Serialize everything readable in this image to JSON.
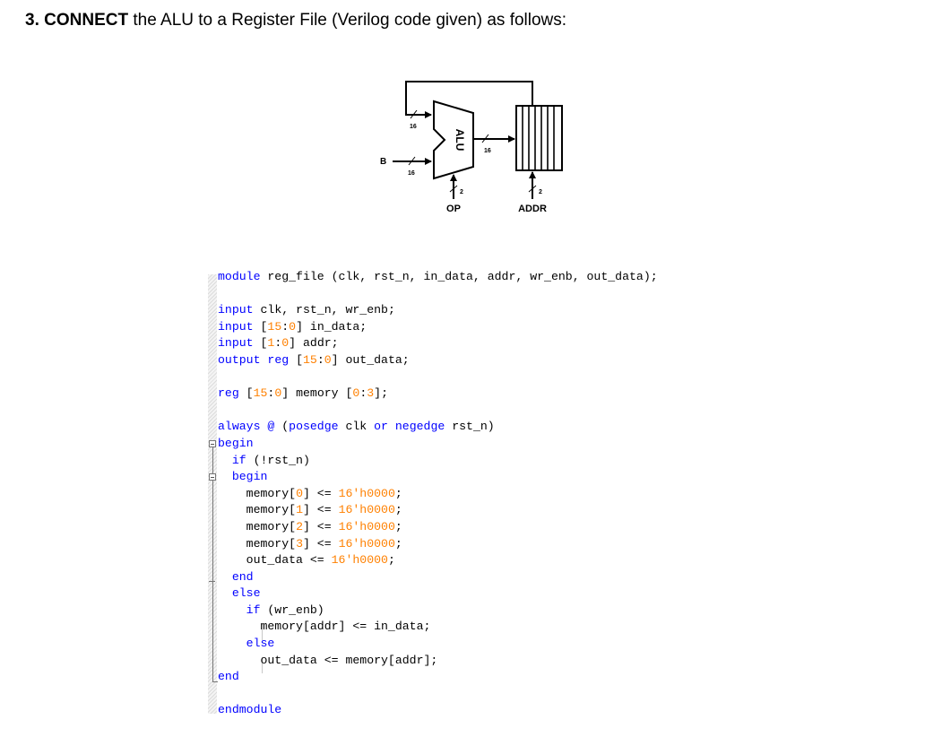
{
  "question": {
    "number": "3.",
    "bold_word": "CONNECT",
    "rest": " the ALU to a Register File (Verilog code given) as follows:"
  },
  "diagram": {
    "alu_label": "ALU",
    "input_b_label": "B",
    "bus_width_a": "16",
    "bus_width_b": "16",
    "bus_width_out": "16",
    "op_width": "2",
    "addr_width": "2",
    "op_label": "OP",
    "addr_label": "ADDR"
  },
  "code": {
    "lines": [
      {
        "indent": "",
        "tokens": [
          [
            "kw",
            "module"
          ],
          [
            "t",
            " reg_file (clk, rst_n, in_data, addr, wr_enb, out_data);"
          ]
        ]
      },
      {
        "indent": "",
        "tokens": []
      },
      {
        "indent": "",
        "tokens": [
          [
            "kw",
            "input"
          ],
          [
            "t",
            " clk, rst_n, wr_enb;"
          ]
        ]
      },
      {
        "indent": "",
        "tokens": [
          [
            "kw",
            "input"
          ],
          [
            "t",
            " ["
          ],
          [
            "num",
            "15"
          ],
          [
            "t",
            ":"
          ],
          [
            "num",
            "0"
          ],
          [
            "t",
            "] in_data;"
          ]
        ]
      },
      {
        "indent": "",
        "tokens": [
          [
            "kw",
            "input"
          ],
          [
            "t",
            " ["
          ],
          [
            "num",
            "1"
          ],
          [
            "t",
            ":"
          ],
          [
            "num",
            "0"
          ],
          [
            "t",
            "] addr;"
          ]
        ]
      },
      {
        "indent": "",
        "tokens": [
          [
            "kw",
            "output"
          ],
          [
            "t",
            " "
          ],
          [
            "kw",
            "reg"
          ],
          [
            "t",
            " ["
          ],
          [
            "num",
            "15"
          ],
          [
            "t",
            ":"
          ],
          [
            "num",
            "0"
          ],
          [
            "t",
            "] out_data;"
          ]
        ]
      },
      {
        "indent": "",
        "tokens": []
      },
      {
        "indent": "",
        "tokens": [
          [
            "kw",
            "reg"
          ],
          [
            "t",
            " ["
          ],
          [
            "num",
            "15"
          ],
          [
            "t",
            ":"
          ],
          [
            "num",
            "0"
          ],
          [
            "t",
            "] memory ["
          ],
          [
            "num",
            "0"
          ],
          [
            "t",
            ":"
          ],
          [
            "num",
            "3"
          ],
          [
            "t",
            "];"
          ]
        ]
      },
      {
        "indent": "",
        "tokens": []
      },
      {
        "indent": "",
        "tokens": [
          [
            "kw",
            "always"
          ],
          [
            "t",
            " "
          ],
          [
            "kw",
            "@"
          ],
          [
            "t",
            " ("
          ],
          [
            "kw",
            "posedge"
          ],
          [
            "t",
            " clk "
          ],
          [
            "kw",
            "or"
          ],
          [
            "t",
            " "
          ],
          [
            "kw",
            "negedge"
          ],
          [
            "t",
            " rst_n)"
          ]
        ]
      },
      {
        "indent": "",
        "tokens": [
          [
            "kw",
            "begin"
          ]
        ]
      },
      {
        "indent": "  ",
        "tokens": [
          [
            "kw",
            "if"
          ],
          [
            "t",
            " (!rst_n)"
          ]
        ]
      },
      {
        "indent": "  ",
        "tokens": [
          [
            "kw",
            "begin"
          ]
        ]
      },
      {
        "indent": "    ",
        "tokens": [
          [
            "t",
            "memory["
          ],
          [
            "num",
            "0"
          ],
          [
            "t",
            "] <= "
          ],
          [
            "num",
            "16'h0000"
          ],
          [
            "t",
            ";"
          ]
        ]
      },
      {
        "indent": "    ",
        "tokens": [
          [
            "t",
            "memory["
          ],
          [
            "num",
            "1"
          ],
          [
            "t",
            "] <= "
          ],
          [
            "num",
            "16'h0000"
          ],
          [
            "t",
            ";"
          ]
        ]
      },
      {
        "indent": "    ",
        "tokens": [
          [
            "t",
            "memory["
          ],
          [
            "num",
            "2"
          ],
          [
            "t",
            "] <= "
          ],
          [
            "num",
            "16'h0000"
          ],
          [
            "t",
            ";"
          ]
        ]
      },
      {
        "indent": "    ",
        "tokens": [
          [
            "t",
            "memory["
          ],
          [
            "num",
            "3"
          ],
          [
            "t",
            "] <= "
          ],
          [
            "num",
            "16'h0000"
          ],
          [
            "t",
            ";"
          ]
        ]
      },
      {
        "indent": "    ",
        "tokens": [
          [
            "t",
            "out_data <= "
          ],
          [
            "num",
            "16'h0000"
          ],
          [
            "t",
            ";"
          ]
        ]
      },
      {
        "indent": "  ",
        "tokens": [
          [
            "kw",
            "end"
          ]
        ]
      },
      {
        "indent": "  ",
        "tokens": [
          [
            "kw",
            "else"
          ]
        ]
      },
      {
        "indent": "    ",
        "tokens": [
          [
            "kw",
            "if"
          ],
          [
            "t",
            " (wr_enb)"
          ]
        ]
      },
      {
        "indent": "      ",
        "tokens": [
          [
            "t",
            "memory[addr] <= in_data;"
          ]
        ]
      },
      {
        "indent": "    ",
        "tokens": [
          [
            "kw",
            "else"
          ]
        ]
      },
      {
        "indent": "      ",
        "tokens": [
          [
            "t",
            "out_data <= memory[addr];"
          ]
        ]
      },
      {
        "indent": "",
        "tokens": [
          [
            "kw",
            "end"
          ]
        ]
      },
      {
        "indent": "",
        "tokens": []
      },
      {
        "indent": "",
        "tokens": [
          [
            "kw",
            "endmodule"
          ]
        ]
      }
    ]
  },
  "colors": {
    "keyword": "#0000ff",
    "number": "#ff8000",
    "text": "#000000"
  }
}
